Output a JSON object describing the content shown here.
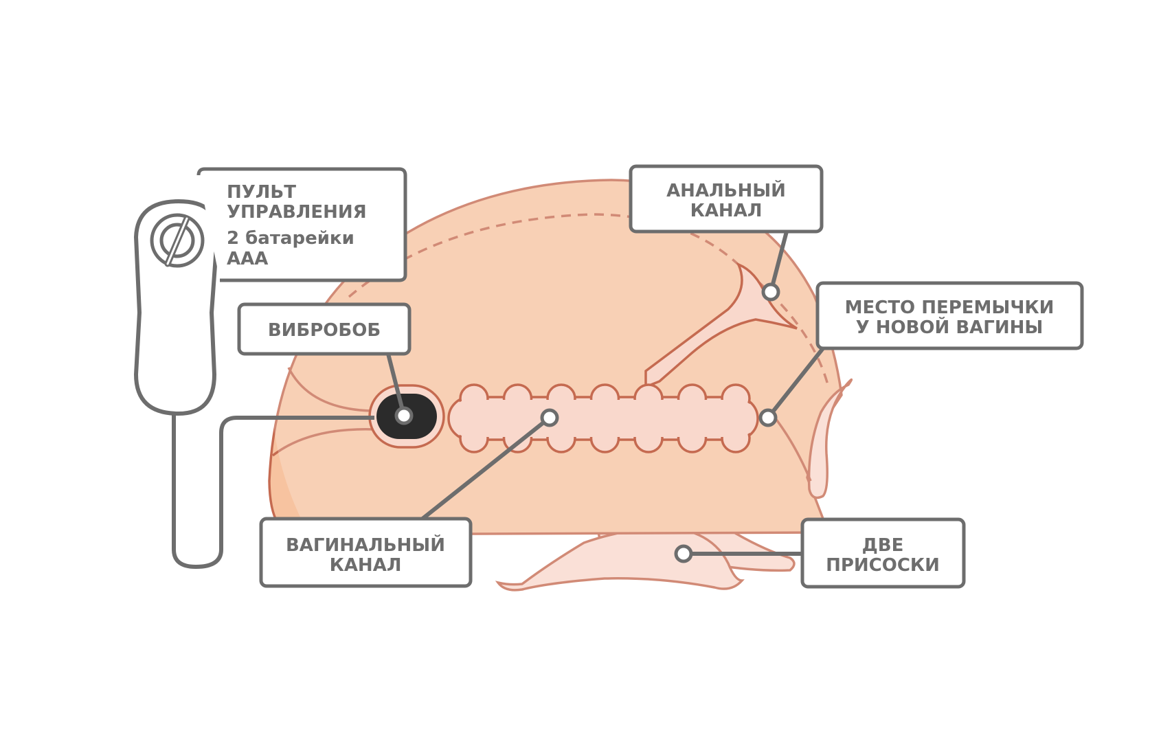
{
  "colors": {
    "body_fill": "#f7c3a0",
    "inner_fill": "#f9d8cc",
    "outline": "#c56a50",
    "label_gray": "#6d6d6d",
    "bullet_dark": "#2b2b2b"
  },
  "icons": [
    "power-icon"
  ],
  "labels": {
    "remote": {
      "line1": "ПУЛЬТ",
      "line2": "УПРАВЛЕНИЯ",
      "line3": "2 батарейки",
      "line4": "ААА"
    },
    "bullet": {
      "line1": "ВИБРОБОБ"
    },
    "anal": {
      "line1": "АНАЛЬНЫЙ",
      "line2": "КАНАЛ"
    },
    "bridge": {
      "line1": "МЕСТО ПЕРЕМЫЧКИ",
      "line2": "У НОВОЙ ВАГИНЫ"
    },
    "vaginal": {
      "line1": "ВАГИНАЛЬНЫЙ",
      "line2": "КАНАЛ"
    },
    "suction": {
      "line1": "ДВЕ",
      "line2": "ПРИСОСКИ"
    }
  }
}
